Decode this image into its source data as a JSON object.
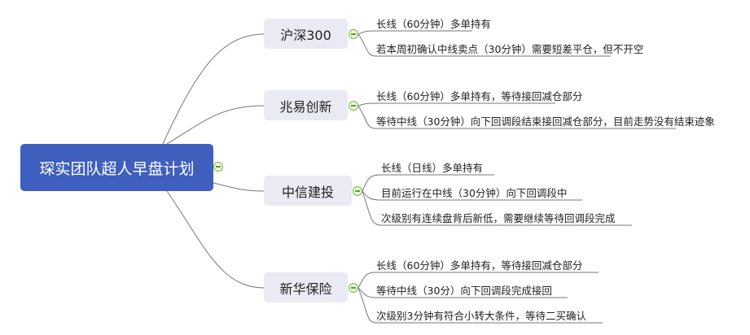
{
  "root": {
    "label": "琛实团队超人早盘计划"
  },
  "topics": [
    {
      "label": "沪深300",
      "leaves": [
        "长线（60分钟）多单持有",
        "若本周初确认中线卖点（30分钟）需要短差平仓，但不开空"
      ]
    },
    {
      "label": "兆易创新",
      "leaves": [
        "长线（60分钟）多单持有，等待接回减仓部分",
        "等待中线（30分钟）向下回调段结束接回减仓部分，目前走势没有结束迹象"
      ]
    },
    {
      "label": "中信建投",
      "leaves": [
        "长线（日线）多单持有",
        "目前运行在中线（30分钟）向下回调段中",
        "次级别有连续盘背后新低，需要继续等待回调段完成"
      ]
    },
    {
      "label": "新华保险",
      "leaves": [
        "长线（60分钟）多单持有，等待接回减仓部分",
        "等待中线（30分）向下回调段完成接回",
        "次级别3分钟有符合小转大条件，等待二买确认"
      ]
    }
  ]
}
